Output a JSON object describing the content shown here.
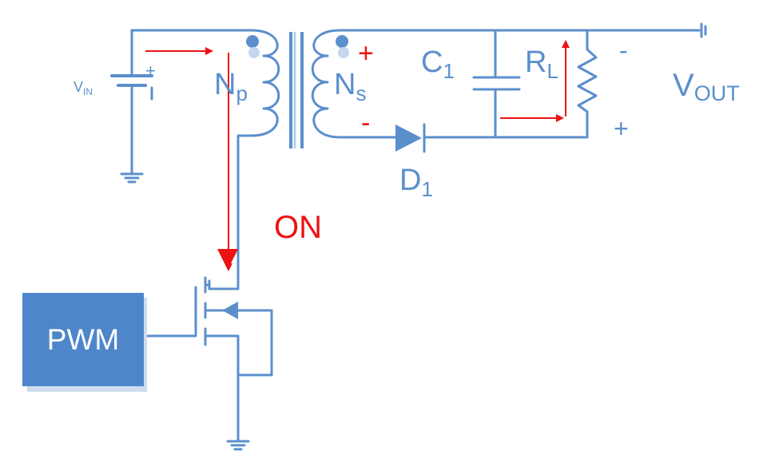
{
  "colors": {
    "wire": "#5b8fcc",
    "flow": "#ee1111",
    "block": "#4e86c9",
    "block_text": "#ffffff"
  },
  "labels": {
    "vin_main": "V",
    "vin_sub": "IN",
    "np_main": "N",
    "np_sub": "p",
    "ns_main": "N",
    "ns_sub": "s",
    "c1_main": "C",
    "c1_sub": "1",
    "rl_main": "R",
    "rl_sub": "L",
    "d1_main": "D",
    "d1_sub": "1",
    "vout_main": "V",
    "vout_sub": "OUT",
    "state": "ON",
    "pwm": "PWM",
    "battery_plus": "+",
    "secondary_plus": "+",
    "secondary_minus": "-",
    "vout_minus": "-",
    "vout_plus": "+"
  }
}
